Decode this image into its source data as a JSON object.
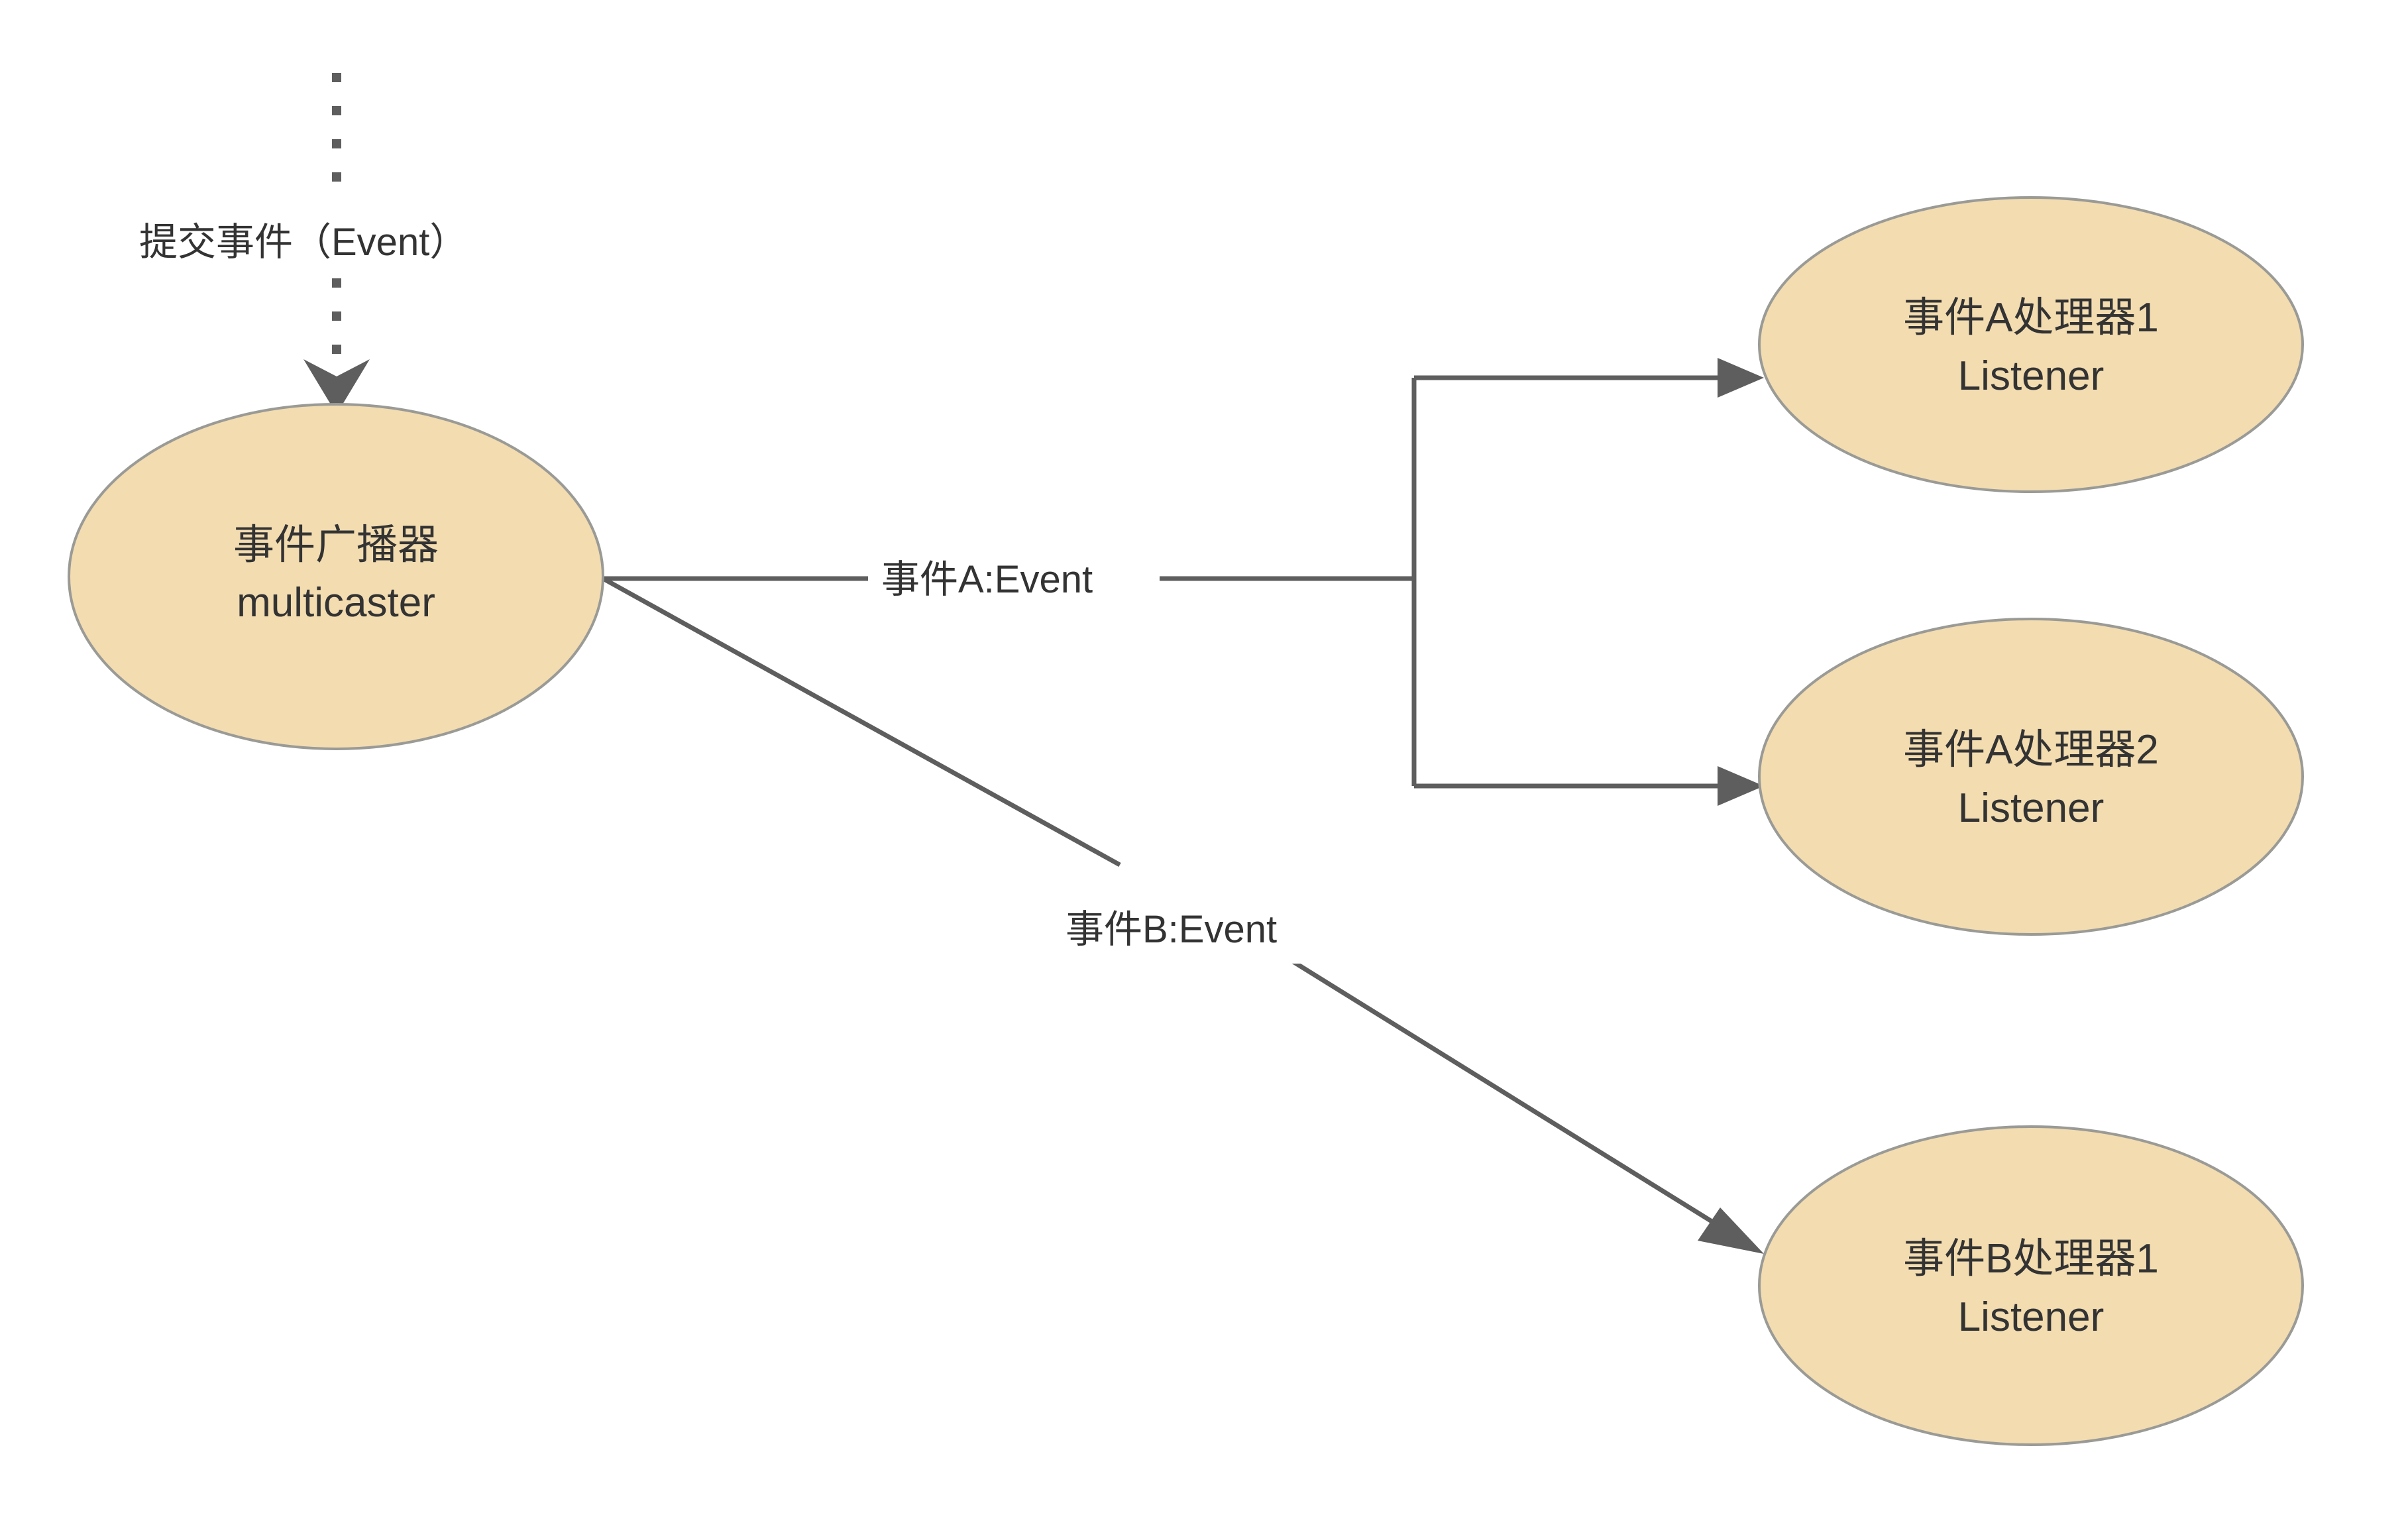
{
  "diagram": {
    "title": "Event multicaster dispatch diagram",
    "colors": {
      "node_fill": "#F2DCB0",
      "node_stroke": "#9A9A96",
      "edge_stroke": "#5E5E5E",
      "text": "#333333",
      "background": "#FFFFFF"
    },
    "nodes": [
      {
        "id": "multicaster",
        "shape": "ellipse",
        "line1": "事件广播器",
        "line2": "multicaster"
      },
      {
        "id": "listener-a1",
        "shape": "ellipse",
        "line1": "事件A处理器1",
        "line2": "Listener"
      },
      {
        "id": "listener-a2",
        "shape": "ellipse",
        "line1": "事件A处理器2",
        "line2": "Listener"
      },
      {
        "id": "listener-b1",
        "shape": "ellipse",
        "line1": "事件B处理器1",
        "line2": "Listener"
      }
    ],
    "edges": [
      {
        "id": "submit-event",
        "label": "提交事件（Event）",
        "style": "dotted",
        "arrow": "open-concave",
        "from": "external",
        "to": "multicaster"
      },
      {
        "id": "event-a",
        "label": "事件A:Event",
        "style": "solid",
        "arrow": "filled-triangle",
        "from": "multicaster",
        "to": "listener-a1, listener-a2"
      },
      {
        "id": "event-b",
        "label": "事件B:Event",
        "style": "solid",
        "arrow": "filled-triangle",
        "from": "multicaster",
        "to": "listener-b1"
      }
    ]
  }
}
